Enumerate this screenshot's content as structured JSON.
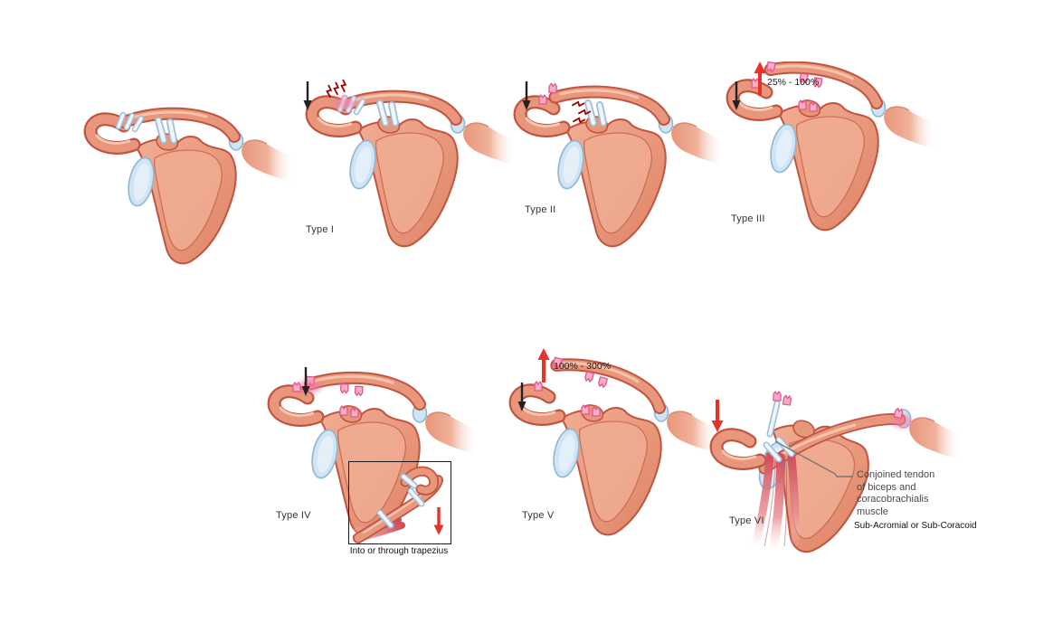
{
  "diagram": {
    "subject": "Acromioclavicular joint injury classification (shoulder illustrations)"
  },
  "colors": {
    "bone": "#e8977c",
    "bone_outline": "#bf5540",
    "bone_highlight": "#f6c3ad",
    "cartilage": "#cfe4f4",
    "cartilage_outline": "#8fb6d2",
    "injury_pink": "#f478a6",
    "stub_fill": "#f9aec8",
    "stub_outline": "#e2558c",
    "zigzag_red": "#990000",
    "arrow_black": "#222222",
    "arrow_red": "#e8312a",
    "label_text": "#333333",
    "annotation_text": "#4a4a4a",
    "leader_line": "#777777"
  },
  "figures": [
    {
      "id": "normal-shoulder",
      "label": ""
    },
    {
      "id": "type-i",
      "label": "Type I"
    },
    {
      "id": "type-ii",
      "label": "Type II"
    },
    {
      "id": "type-iii",
      "label": "Type III",
      "displacement_annotation": "25% - 100%"
    },
    {
      "id": "type-iv",
      "label": "Type IV",
      "inset_caption": "Into or through trapezius"
    },
    {
      "id": "type-v",
      "label": "Type V",
      "displacement_annotation": "100% - 300%"
    },
    {
      "id": "type-vi",
      "label": "Type VI",
      "tendon_annotation": "Conjoined tendon\nof biceps and\ncoracobrachialis\nmuscle",
      "position_annotation": "Sub-Acromial or Sub-Coracoid"
    }
  ]
}
